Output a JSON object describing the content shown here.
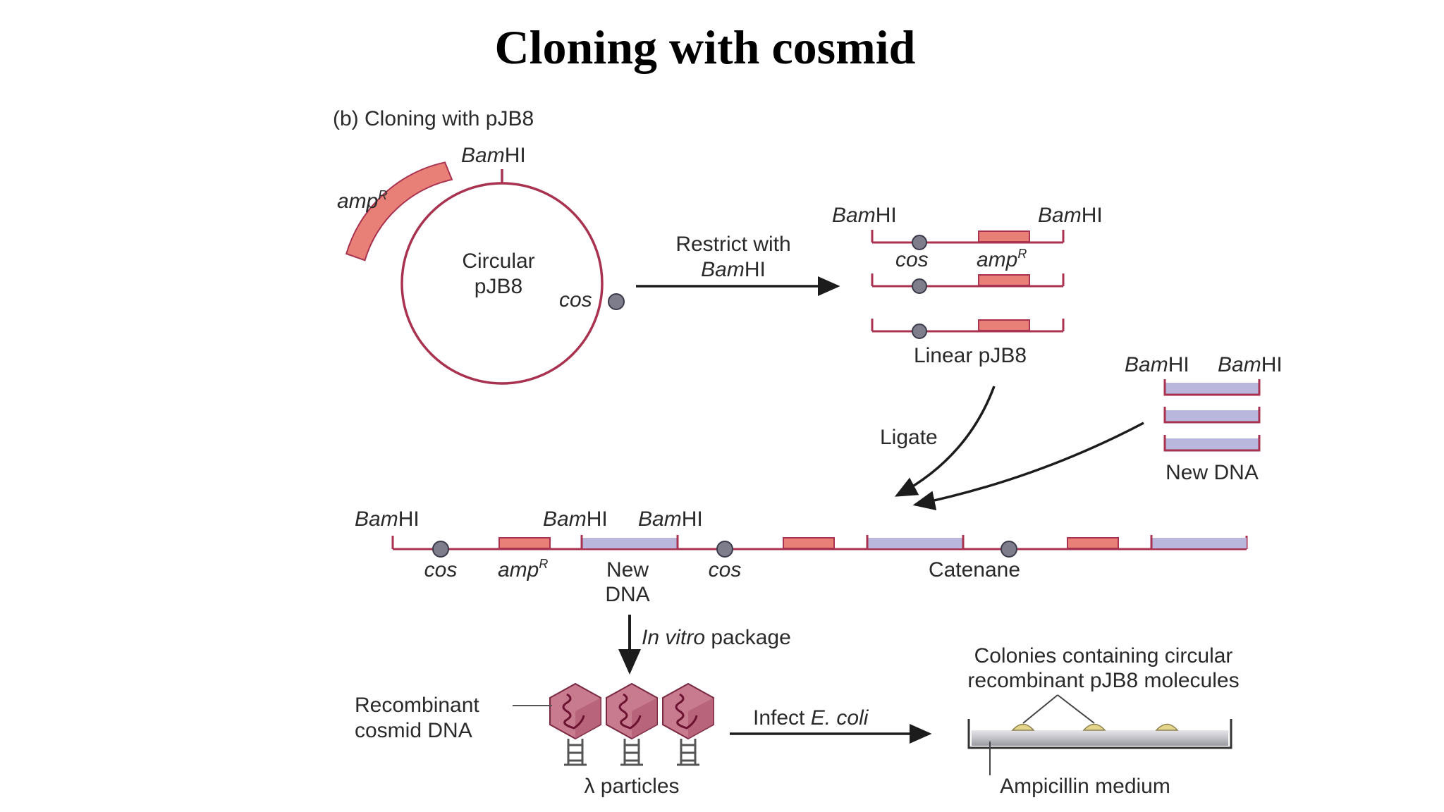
{
  "title": "Cloning with cosmid",
  "panel_title": "(b) Cloning with pJB8",
  "colors": {
    "plasmid": "#a8324f",
    "ampR": "#e98078",
    "new_dna": "#b9b7dc",
    "cos": "#7d7d8c",
    "arrow": "#1c1c1c"
  },
  "labels": {
    "bamhi_prefix": "Bam",
    "bamhi_suffix": "HI",
    "amp": "amp",
    "amp_sup": "R",
    "cos": "cos",
    "circular_line1": "Circular",
    "circular_line2": "pJB8",
    "restrict_line1": "Restrict with",
    "linear": "Linear pJB8",
    "ligate": "Ligate",
    "new_dna": "New DNA",
    "new_line1": "New",
    "new_line2": "DNA",
    "catenane": "Catenane",
    "package_italic": "In vitro",
    "package_rest": " package",
    "recombinant_line1": "Recombinant",
    "recombinant_line2": "cosmid DNA",
    "lambda": "λ particles",
    "infect_prefix": "Infect ",
    "infect_italic": "E. coli",
    "colonies_line1": "Colonies containing circular",
    "colonies_line2": "recombinant pJB8 molecules",
    "ampicillin": "Ampicillin medium"
  }
}
